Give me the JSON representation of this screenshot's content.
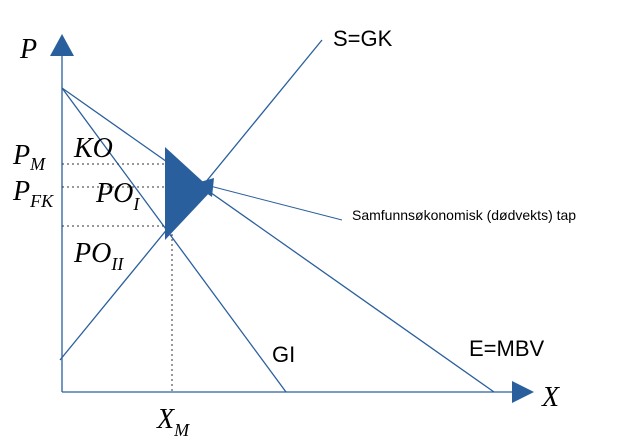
{
  "colors": {
    "line": "#2a5f9e",
    "fill": "#2a5f9e",
    "axis": "#2a5f9e",
    "dotted": "#333333",
    "text": "#000000"
  },
  "labels": {
    "p_axis": "P",
    "x_axis": "X",
    "supply": "S=GK",
    "demand": "E=MBV",
    "mr": "GI",
    "deadweight": "Samfunnsøkonomisk (dødvekts) tap",
    "consumer_surplus": "KO",
    "producer_surplus_1": "PO",
    "producer_surplus_1_sub": "I",
    "producer_surplus_2": "PO",
    "producer_surplus_2_sub": "II",
    "price_monopoly": "P",
    "price_monopoly_sub": "M",
    "price_fk": "P",
    "price_fk_sub": "FK",
    "quantity_monopoly": "X",
    "quantity_monopoly_sub": "M"
  }
}
